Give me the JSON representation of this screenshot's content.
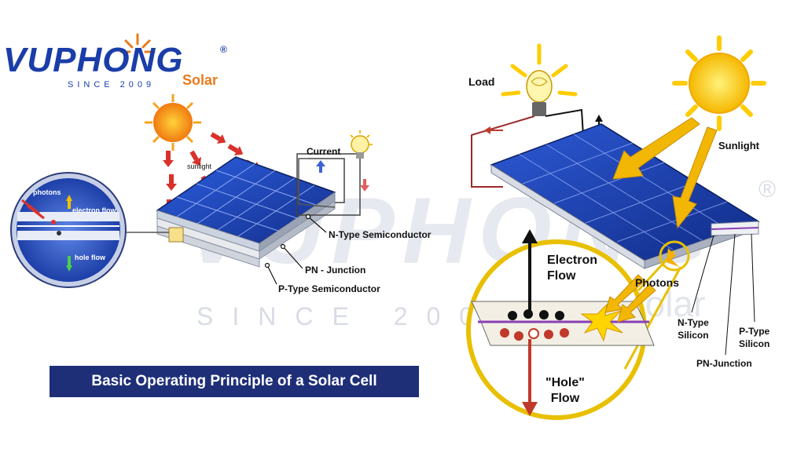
{
  "logo": {
    "brand": "VUPHONG",
    "registered": "®",
    "since": "SINCE 2009",
    "product": "Solar"
  },
  "watermark": {
    "brand": "VUPHONG",
    "since": "SINCE 2009",
    "product": "Solar",
    "registered": "®"
  },
  "left_diagram": {
    "title": "Basic Operating Principle of a Solar Cell",
    "sunlight_label": "sunlight",
    "current_label": "Current",
    "zoom_labels": {
      "photons": "photons",
      "electron_flow": "electron flow",
      "hole_flow": "hole flow"
    },
    "layers": {
      "n_type": "N-Type Semiconductor",
      "pn_junction": "PN - Junction",
      "p_type": "P-Type Semiconductor"
    }
  },
  "right_diagram": {
    "load_label": "Load",
    "sunlight_label": "Sunlight",
    "electron_flow_label": "Electron\nFlow",
    "hole_flow_label": "\"Hole\"\nFlow",
    "photons_label": "Photons",
    "n_type_label": "N-Type\nSilicon",
    "p_type_label": "P-Type\nSilicon",
    "pn_junction_label": "PN-Junction"
  },
  "colors": {
    "brand_blue": "#1a3da8",
    "brand_orange": "#e97a1d",
    "title_bar": "#1e2f78",
    "panel_blue": "#1b3fb0",
    "sun_yellow": "#ffcc00",
    "arrow_red": "#d9312b",
    "magnifier_ring": "#e8c000"
  }
}
